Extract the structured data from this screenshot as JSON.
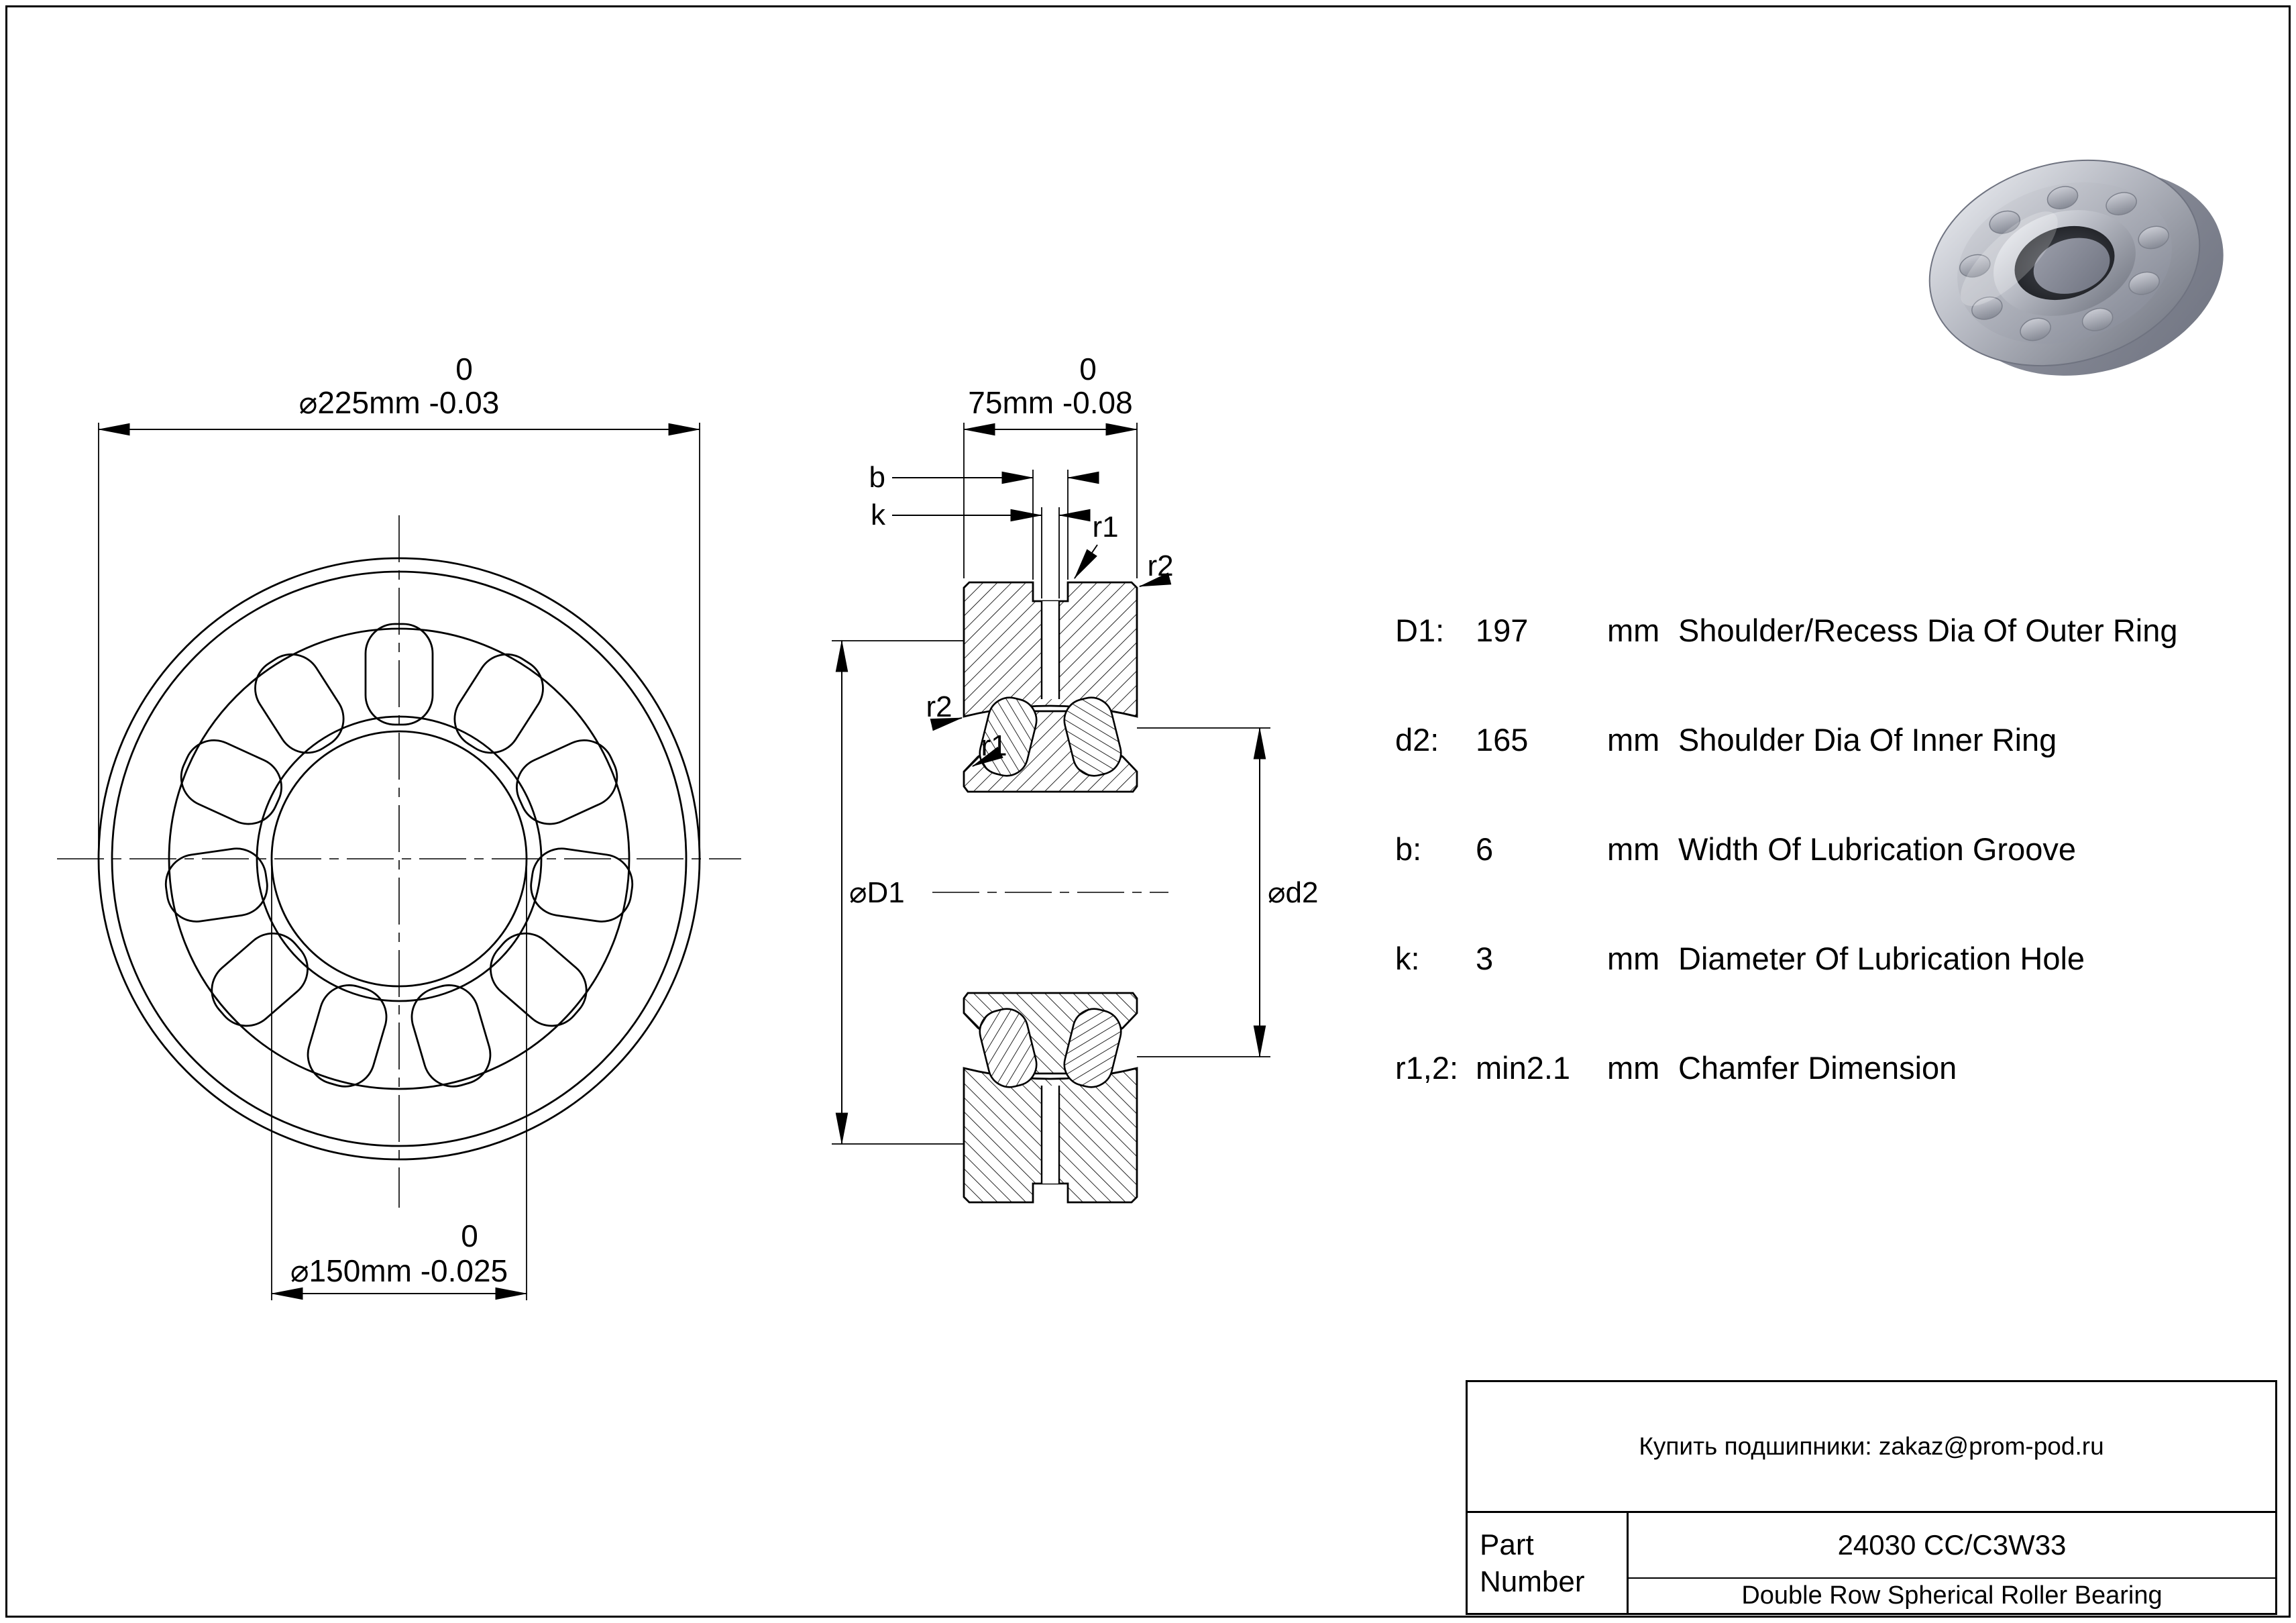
{
  "page": {
    "background": "#ffffff",
    "line_color": "#000000"
  },
  "drawing": {
    "dim_outer_diameter": {
      "upper_tolerance": "0",
      "label": "⌀225mm -0.03"
    },
    "dim_bore_diameter": {
      "upper_tolerance": "0",
      "label": "⌀150mm -0.025"
    },
    "dim_width": {
      "upper_tolerance": "0",
      "label": "75mm -0.08"
    },
    "labels": {
      "b": "b",
      "k": "k",
      "r1": "r1",
      "r2": "r2",
      "D1_label": "⌀D1",
      "d2_label": "⌀d2"
    }
  },
  "specs": {
    "rows": [
      {
        "param": "D1:",
        "value": "197",
        "unit": "mm",
        "desc": "Shoulder/Recess Dia Of Outer Ring"
      },
      {
        "param": "d2:",
        "value": "165",
        "unit": "mm",
        "desc": "Shoulder Dia Of Inner Ring"
      },
      {
        "param": "b:",
        "value": "6",
        "unit": "mm",
        "desc": "Width Of Lubrication Groove"
      },
      {
        "param": "k:",
        "value": "3",
        "unit": "mm",
        "desc": "Diameter Of Lubrication Hole"
      },
      {
        "param": "r1,2:",
        "value": "min2.1",
        "unit": "mm",
        "desc": "Chamfer Dimension"
      }
    ]
  },
  "title_block": {
    "contact": "Купить подшипники: zakaz@prom-pod.ru",
    "part_label": "Part Number",
    "part_number": "24030 CC/C3W33",
    "description": "Double Row Spherical Roller Bearing"
  }
}
